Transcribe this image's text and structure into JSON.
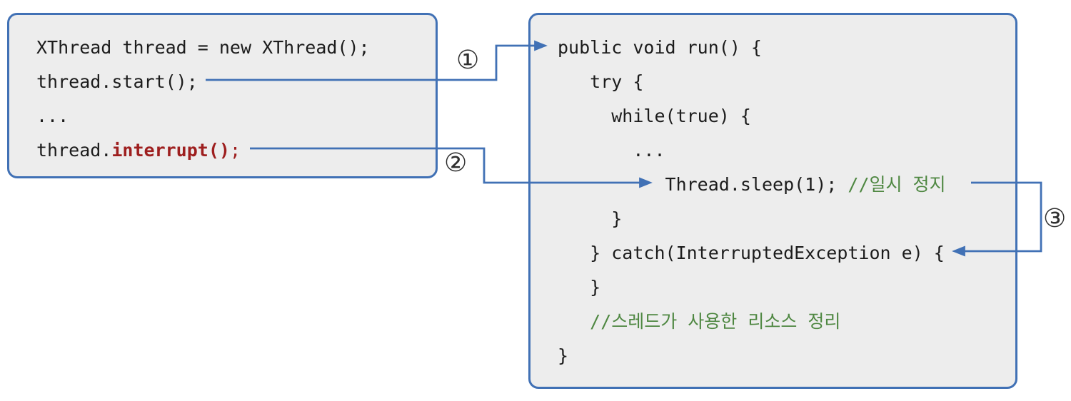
{
  "diagram": {
    "colors": {
      "box_border": "#4171b5",
      "box_fill": "#ededed",
      "code": "#1c1c1c",
      "keyword_red": "#9e1f1f",
      "comment_green": "#4e8741",
      "arrow": "#4171b5"
    },
    "labels": {
      "step1": "①",
      "step2": "②",
      "step3": "③"
    },
    "left_box": {
      "lines": [
        {
          "segments": [
            {
              "text": "XThread thread = new XThread();",
              "style": "code"
            }
          ]
        },
        {
          "segments": [
            {
              "text": "thread.start();",
              "style": "code"
            }
          ]
        },
        {
          "segments": [
            {
              "text": "...",
              "style": "code"
            }
          ]
        },
        {
          "segments": [
            {
              "text": "thread.",
              "style": "code"
            },
            {
              "text": "interrupt()",
              "style": "red-bold"
            },
            {
              "text": ";",
              "style": "red"
            }
          ]
        }
      ]
    },
    "right_box": {
      "lines": [
        {
          "segments": [
            {
              "text": "public void run() {",
              "style": "code"
            }
          ]
        },
        {
          "segments": [
            {
              "text": "   try {",
              "style": "code"
            }
          ]
        },
        {
          "segments": [
            {
              "text": "     while(true) {",
              "style": "code"
            }
          ]
        },
        {
          "segments": [
            {
              "text": "       ...",
              "style": "code"
            }
          ]
        },
        {
          "segments": [
            {
              "text": "          Thread.sleep(1); ",
              "style": "code"
            },
            {
              "text": "//일시 정지",
              "style": "comment"
            }
          ]
        },
        {
          "segments": [
            {
              "text": "     }",
              "style": "code"
            }
          ]
        },
        {
          "segments": [
            {
              "text": "   } catch(InterruptedException e) {",
              "style": "code"
            }
          ]
        },
        {
          "segments": [
            {
              "text": "   }",
              "style": "code"
            }
          ]
        },
        {
          "segments": [
            {
              "text": "   ",
              "style": "code"
            },
            {
              "text": "//스레드가 사용한 리소스 정리",
              "style": "comment"
            }
          ]
        },
        {
          "segments": [
            {
              "text": "}",
              "style": "code"
            }
          ]
        }
      ]
    }
  }
}
